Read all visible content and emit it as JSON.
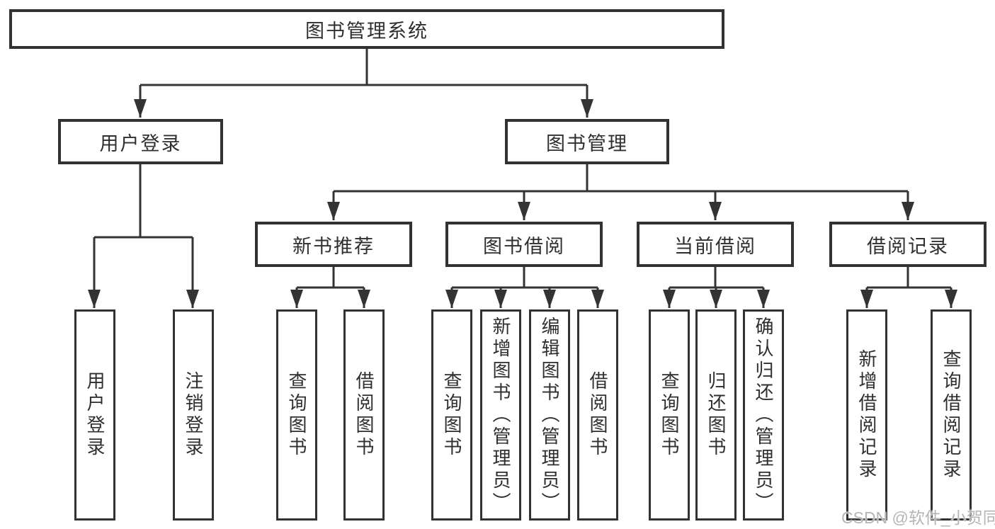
{
  "diagram": {
    "title": "图书管理系统",
    "root": {
      "label": "图书管理系统"
    },
    "level2": [
      {
        "id": "user-login",
        "label": "用户登录"
      },
      {
        "id": "book-management",
        "label": "图书管理"
      }
    ],
    "level3": [
      {
        "id": "new-book-recommend",
        "label": "新书推荐"
      },
      {
        "id": "book-borrowing",
        "label": "图书借阅"
      },
      {
        "id": "current-borrowing",
        "label": "当前借阅"
      },
      {
        "id": "borrowing-records",
        "label": "借阅记录"
      }
    ],
    "leaves": {
      "user_login": [
        {
          "label": "用户登录"
        },
        {
          "label": "注销登录"
        }
      ],
      "new_book_recommend": [
        {
          "label": "查询图书"
        },
        {
          "label": "借阅图书"
        }
      ],
      "book_borrowing": [
        {
          "label": "查询图书"
        },
        {
          "label": "新增图书（管理员）"
        },
        {
          "label": "编辑图书（管理员）"
        },
        {
          "label": "借阅图书"
        }
      ],
      "current_borrowing": [
        {
          "label": "查询图书"
        },
        {
          "label": "归还图书"
        },
        {
          "label": "确认归还（管理员）"
        }
      ],
      "borrowing_records": [
        {
          "label": "新增借阅记录"
        },
        {
          "label": "查询借阅记录"
        }
      ]
    }
  },
  "watermark": {
    "text": "CSDN @软件_小贺同学"
  },
  "colors": {
    "line": "#333333",
    "box_border": "#323232",
    "text": "#2f2f2f",
    "watermark": "#b5b5b5",
    "background": "#ffffff"
  }
}
